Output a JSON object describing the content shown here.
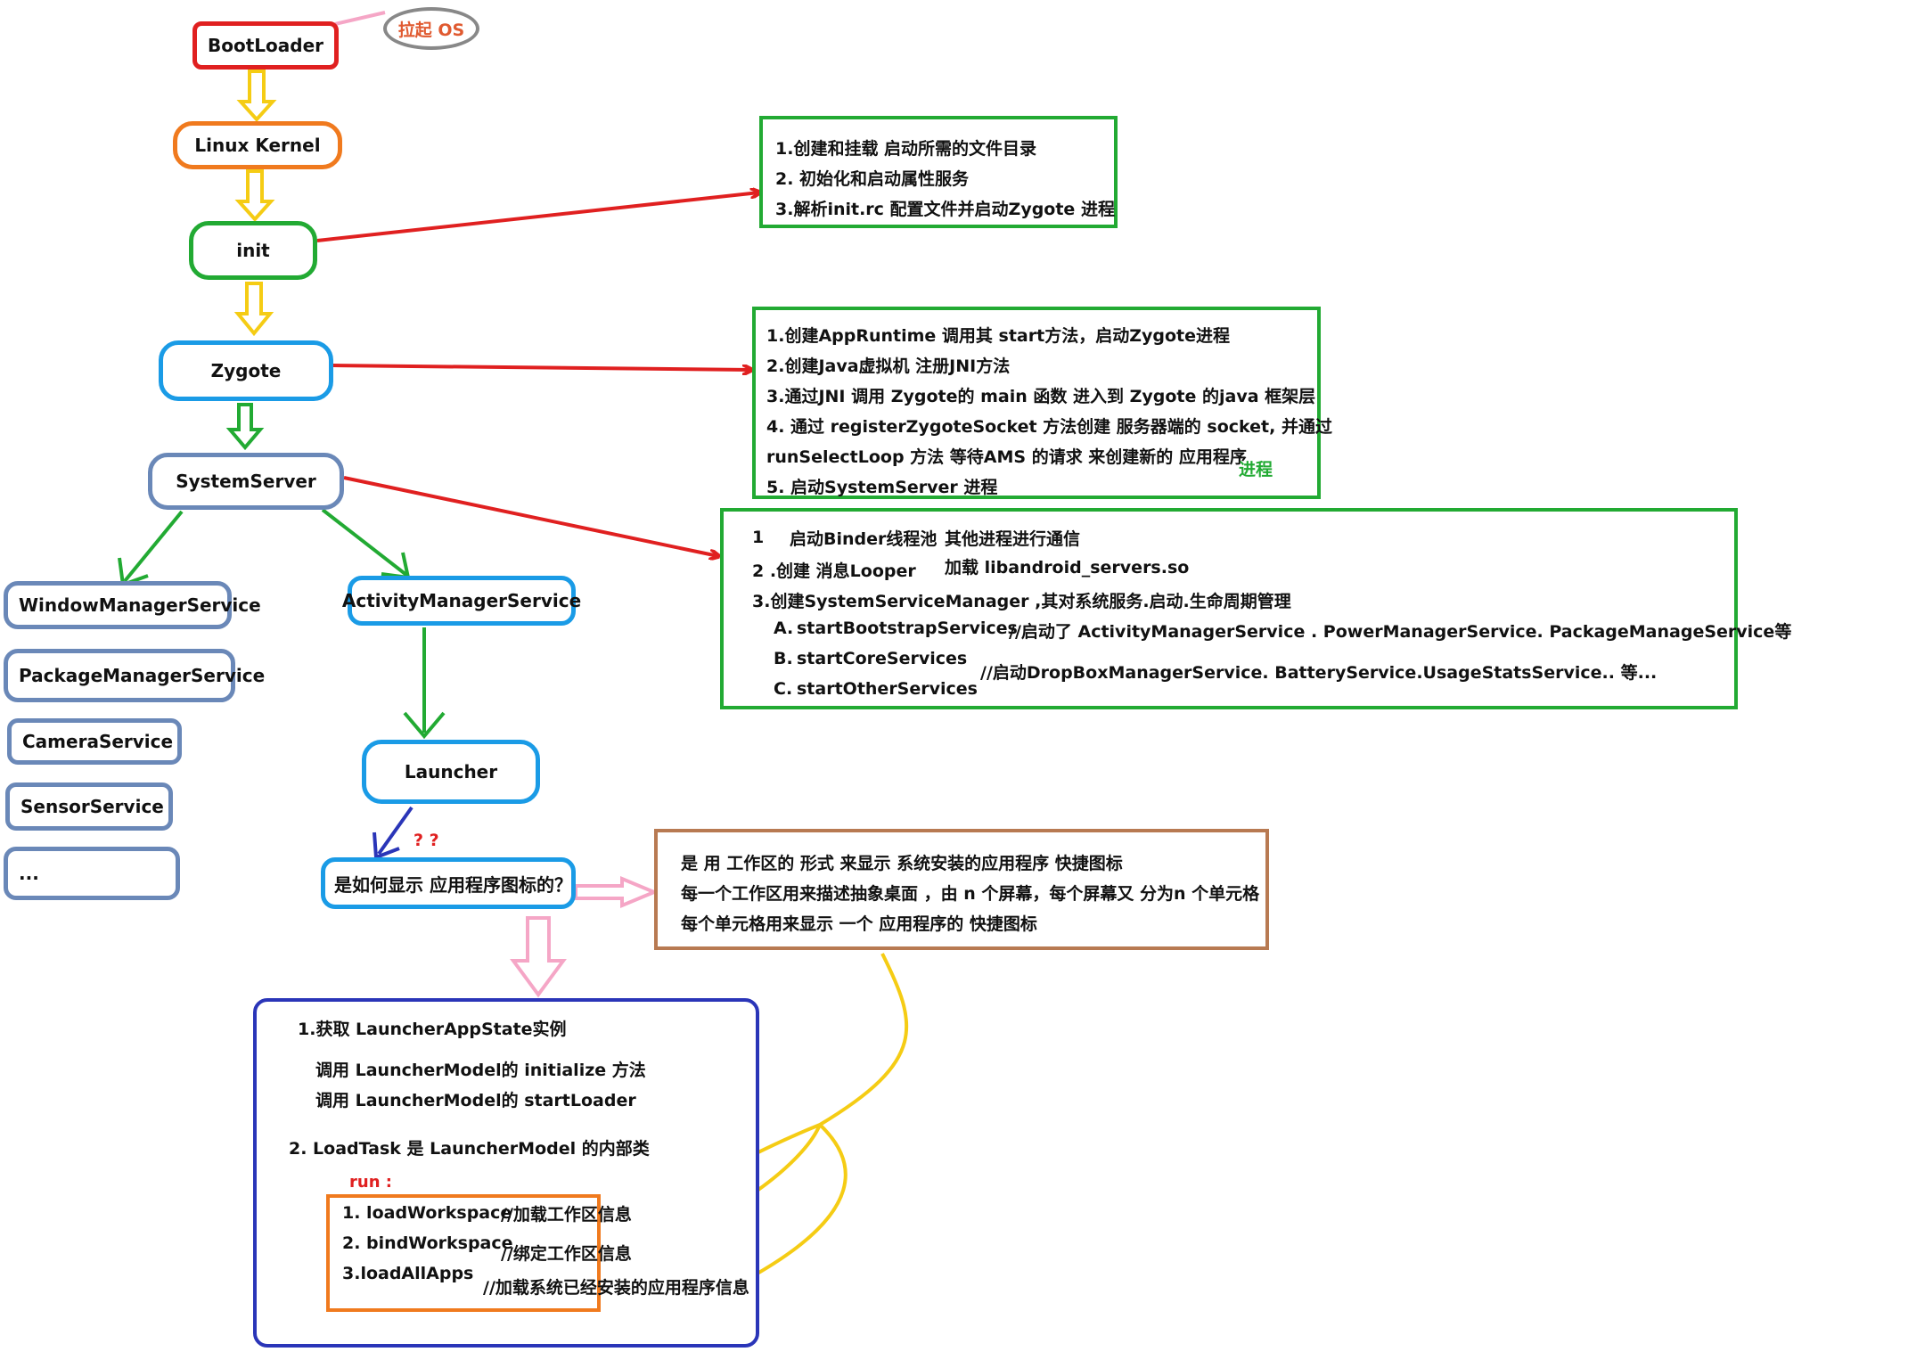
{
  "nodes": {
    "bootloader": "BootLoader",
    "lift_os": "拉起 OS",
    "linux_kernel": "Linux Kernel",
    "init": "init",
    "zygote": "Zygote",
    "system_server": "SystemServer",
    "window_manager": "WindowManagerService",
    "package_manager": "PackageManagerService",
    "camera": "CameraService",
    "sensor": "SensorService",
    "more": "...",
    "activity_manager": "ActivityManagerService",
    "launcher": "Launcher",
    "question_marks": "? ?",
    "how_display": "是如何显示 应用程序图标的？"
  },
  "init_box": {
    "lines": [
      "1.创建和挂载 启动所需的文件目录",
      "2. 初始化和启动属性服务",
      "3.解析init.rc 配置文件并启动Zygote 进程"
    ]
  },
  "zygote_box": {
    "lines": [
      "1.创建AppRuntime 调用其 start方法，启动Zygote进程",
      "2.创建Java虚拟机 注册JNI方法",
      "3.通过JNI 调用 Zygote的 main 函数 进入到 Zygote 的java 框架层",
      "4. 通过 registerZygoteSocket 方法创建 服务器端的 socket, 并通过",
      "runSelectLoop 方法 等待AMS 的请求 来创建新的  应用程序",
      "5. 启动SystemServer  进程"
    ],
    "note": "进程"
  },
  "system_server_box": {
    "line1_num": "1",
    "line1_a": "启动Binder线程池",
    "line1_b": "其他进程进行通信",
    "line2_a": "2 .创建 消息Looper",
    "line2_b": "加载 libandroid_servers.so",
    "line3": "3.创建SystemServiceManager ,其对系统服务.启动.生命周期管理",
    "a_prefix": "A.",
    "a_name": "startBootstrapServices",
    "a_comment": "//启动了 ActivityManagerService . PowerManagerService. PackageManageService等",
    "b_prefix": "B.",
    "b_name": "startCoreServices",
    "b_comment": "//启动DropBoxManagerService. BatteryService.UsageStatsService.. 等...",
    "c_prefix": "C.",
    "c_name": "startOtherServices"
  },
  "workspace_box": {
    "lines": [
      "是 用 工作区的 形式 来显示 系统安装的应用程序 快捷图标",
      "每一个工作区用来描述抽象桌面 ，由 n 个屏幕，每个屏幕又 分为n 个单元格",
      "每个单元格用来显示 一个  应用程序的 快捷图标"
    ]
  },
  "launcher_box": {
    "step1": "1.获取 LauncherAppState实例",
    "call1": "调用 LauncherModel的 initialize 方法",
    "call2": "调用 LauncherModel的 startLoader",
    "step2": "2. LoadTask 是 LauncherModel 的内部类",
    "run": "run :",
    "tasks": [
      "1. loadWorkspace",
      "2. bindWorkspace",
      "3.loadAllApps"
    ],
    "comments": [
      "//加载工作区信息",
      "//绑定工作区信息",
      "//加载系统已经安装的应用程序信息"
    ]
  },
  "colors": {
    "red": "#e02020",
    "orange": "#f07a1e",
    "green": "#22aa33",
    "blue": "#1a9be6",
    "steel": "#6a88b8",
    "yellow": "#f5cc14",
    "pink": "#f5a6c6",
    "brown": "#b87a52",
    "navy": "#2a35b8",
    "gray": "#888888"
  }
}
